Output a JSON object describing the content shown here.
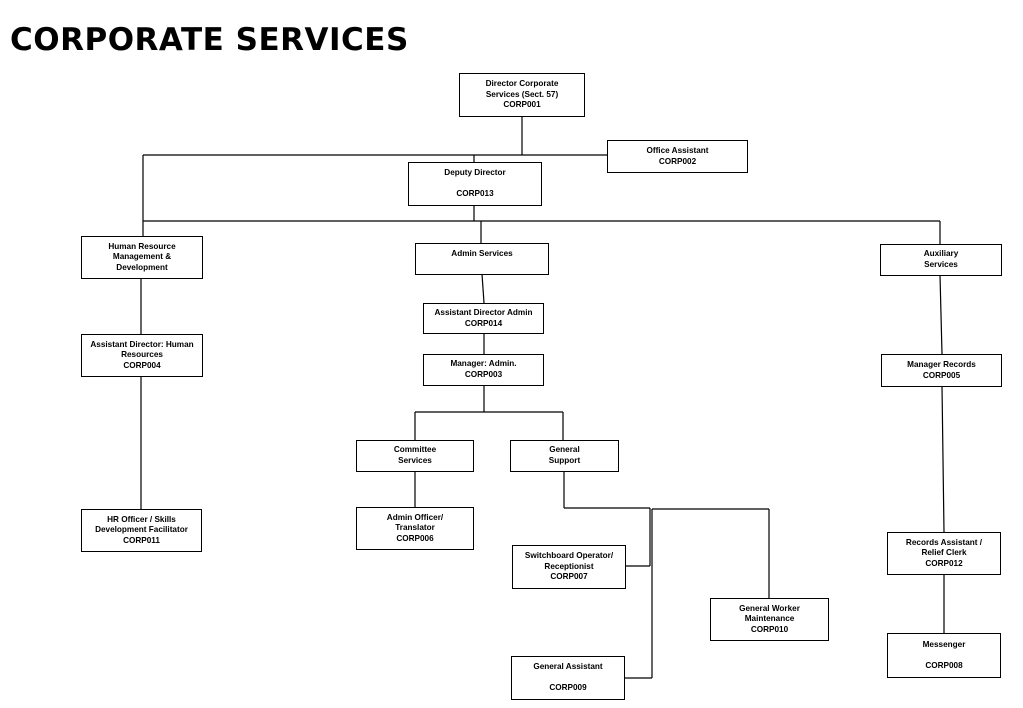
{
  "title": "CORPORATE SERVICES",
  "boxes": {
    "director": {
      "lines": [
        "Director Corporate",
        "Services (Sect. 57)",
        "CORP001"
      ]
    },
    "office_asst": {
      "lines": [
        "Office Assistant",
        "CORP002"
      ]
    },
    "deputy": {
      "lines": [
        "Deputy Director",
        "",
        "CORP013"
      ]
    },
    "hr": {
      "lines": [
        "Human Resource",
        "Management &",
        "Development"
      ]
    },
    "admin": {
      "lines": [
        "Admin Services"
      ]
    },
    "aux": {
      "lines": [
        "Auxiliary",
        "Services"
      ]
    },
    "ad_hr": {
      "lines": [
        "Assistant Director: Human",
        "Resources",
        "CORP004"
      ]
    },
    "ad_admin": {
      "lines": [
        "Assistant Director Admin",
        "CORP014"
      ]
    },
    "mgr_admin": {
      "lines": [
        "Manager:  Admin.",
        "CORP003"
      ]
    },
    "mgr_records": {
      "lines": [
        "Manager Records",
        "CORP005"
      ]
    },
    "committee": {
      "lines": [
        "Committee",
        "Services"
      ]
    },
    "gen_support": {
      "lines": [
        "General",
        "Support"
      ]
    },
    "hr_officer": {
      "lines": [
        "HR Officer / Skills",
        "Development Facilitator",
        "CORP011"
      ]
    },
    "admin_officer": {
      "lines": [
        "Admin Officer/",
        "Translator",
        "CORP006"
      ]
    },
    "switchboard": {
      "lines": [
        "Switchboard Operator/",
        "Receptionist",
        "CORP007"
      ]
    },
    "records_asst": {
      "lines": [
        "Records Assistant /",
        "Relief Clerk",
        "CORP012"
      ]
    },
    "gen_worker": {
      "lines": [
        "General Worker",
        "Maintenance",
        "CORP010"
      ]
    },
    "gen_assistant": {
      "lines": [
        "General Assistant",
        "",
        "CORP009"
      ]
    },
    "messenger": {
      "lines": [
        "Messenger",
        "",
        "CORP008"
      ]
    }
  }
}
